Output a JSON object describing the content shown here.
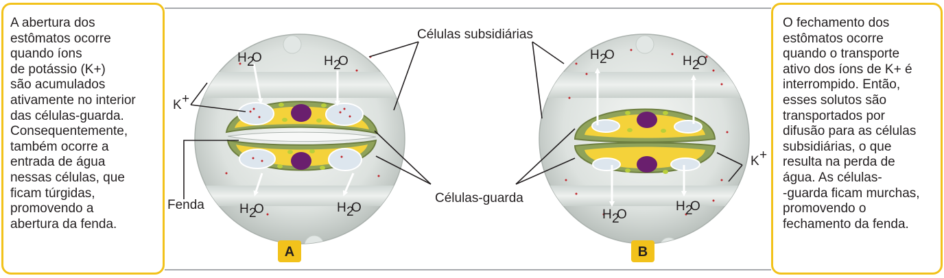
{
  "left_text": {
    "lines": [
      "A abertura dos",
      "estômatos ocorre",
      "quando íons",
      "de potássio (K+)",
      "são acumulados",
      "ativamente no interior",
      "das células-guarda.",
      "Consequentemente,",
      "também ocorre a",
      "entrada de água",
      "nessas células, que",
      "ficam túrgidas,",
      "promovendo a",
      "abertura da fenda."
    ]
  },
  "right_text": {
    "lines": [
      "O fechamento dos",
      "estômatos ocorre",
      "quando o transporte",
      "ativo dos íons de K+ é",
      "interrompido. Então,",
      "esses solutos são",
      "transportados por",
      "difusão para as células",
      "subsidiárias, o que",
      "resulta na perda de",
      "água. As células-",
      "-guarda ficam murchas,",
      "promovendo o",
      "fechamento da fenda."
    ]
  },
  "labels": {
    "subsidiary": "Células subsidiárias",
    "guard": "Células-guarda",
    "fenda": "Fenda",
    "potassium": "K",
    "potassium_sup": "+",
    "water_h": "H",
    "water_sub": "2",
    "water_o": "O",
    "panel_a": "A",
    "panel_b": "B"
  },
  "colors": {
    "box_border": "#f2c21b",
    "badge_fill": "#f2c21b",
    "cell_yellow": "#f4d23a",
    "cell_green": "#8fa25a",
    "nucleus": "#6a1f6e",
    "vacuole": "#dde6ee",
    "ion_dot": "#c0272d"
  }
}
